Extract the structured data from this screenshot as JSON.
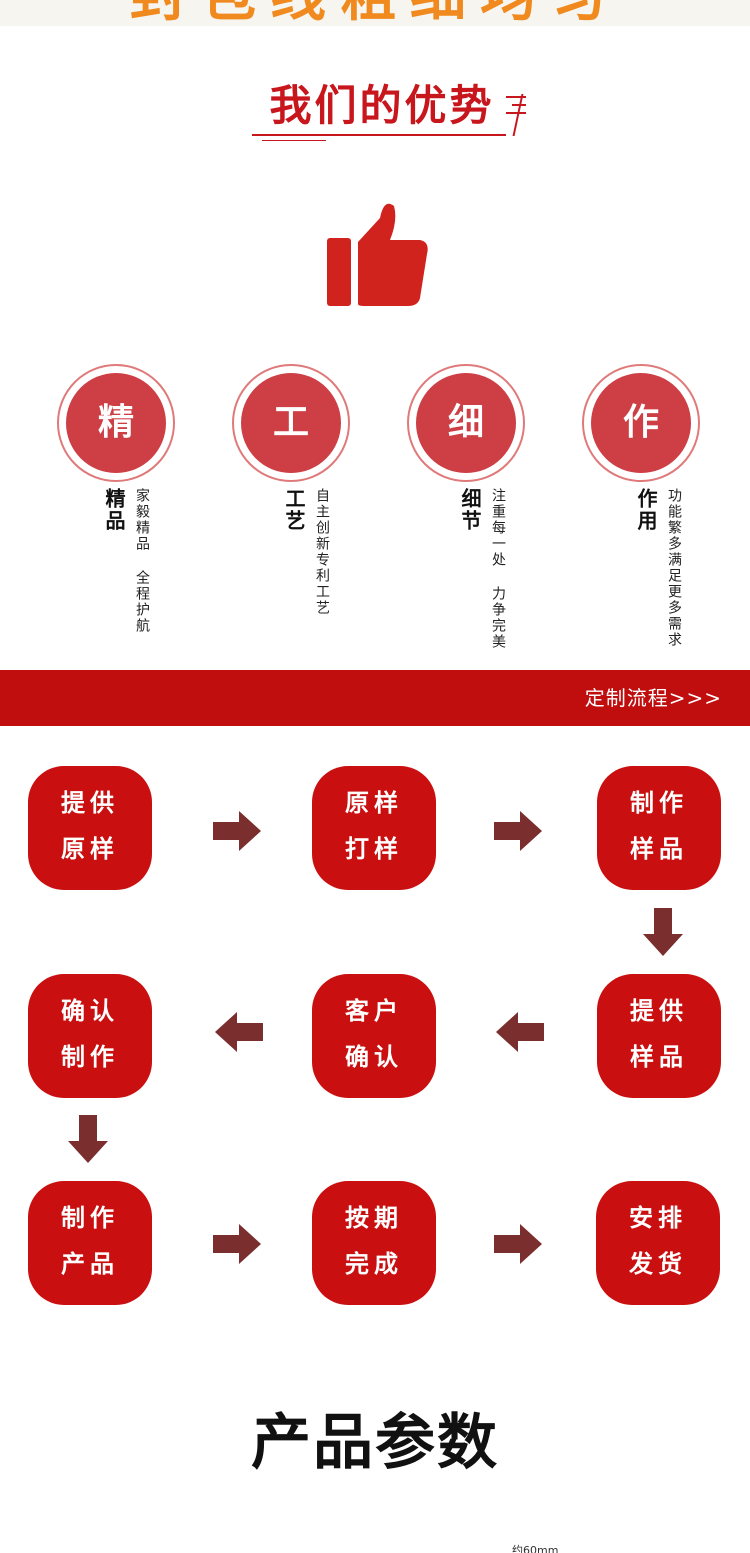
{
  "header": {
    "title": "封包线粗细均匀"
  },
  "advantages": {
    "title": "我们的优势",
    "items": [
      {
        "char": "精",
        "heading": "精品",
        "desc": "家毅精品 全程护航"
      },
      {
        "char": "工",
        "heading": "工艺",
        "desc": "自主创新专利工艺"
      },
      {
        "char": "细",
        "heading": "细节",
        "desc": "注重每一处 力争完美"
      },
      {
        "char": "作",
        "heading": "作用",
        "desc": "功能繁多满足更多需求"
      }
    ]
  },
  "banner": {
    "text": "定制流程>>>"
  },
  "process": {
    "steps": [
      {
        "line1": "提供",
        "line2": "原样"
      },
      {
        "line1": "原样",
        "line2": "打样"
      },
      {
        "line1": "制作",
        "line2": "样品"
      },
      {
        "line1": "提供",
        "line2": "样品"
      },
      {
        "line1": "客户",
        "line2": "确认"
      },
      {
        "line1": "确认",
        "line2": "制作"
      },
      {
        "line1": "制作",
        "line2": "产品"
      },
      {
        "line1": "按期",
        "line2": "完成"
      },
      {
        "line1": "安排",
        "line2": "发货"
      }
    ]
  },
  "params": {
    "title": "产品参数",
    "partial_label": "约60mm"
  },
  "colors": {
    "red": "#c90f0f",
    "orange": "#f08a1f",
    "circle": "#cd3f45",
    "arrow": "#7a2e2e"
  }
}
